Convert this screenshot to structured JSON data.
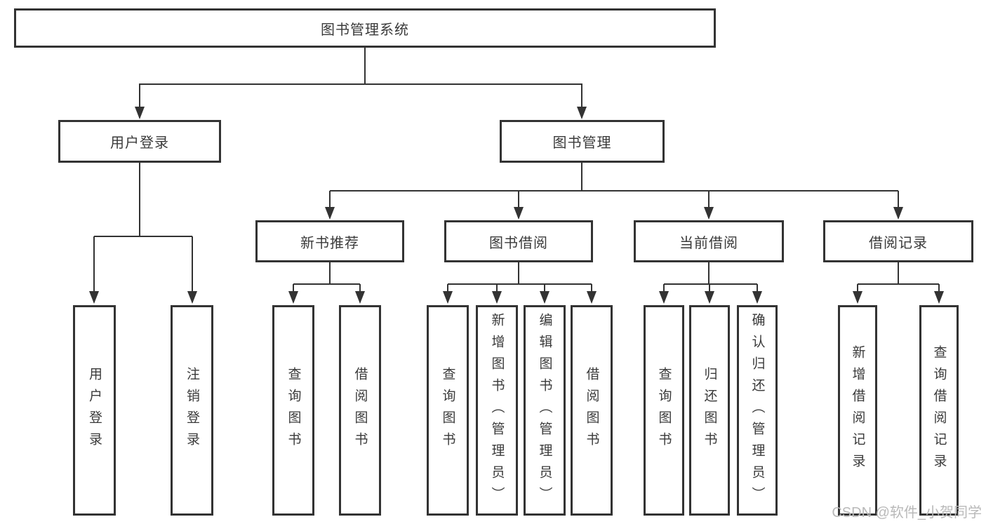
{
  "diagram": {
    "type": "tree",
    "colors": {
      "line": "#333333",
      "box_border": "#333333",
      "box_fill": "#ffffff",
      "text": "#3a3a3a",
      "background": "#ffffff",
      "watermark": "#b9b9b9"
    },
    "tree": {
      "root": {
        "label": "图书管理系统",
        "children": [
          {
            "label": "用户登录",
            "children": [
              {
                "label": "用户登录"
              },
              {
                "label": "注销登录"
              }
            ]
          },
          {
            "label": "图书管理",
            "children": [
              {
                "label": "新书推荐",
                "children": [
                  {
                    "label": "查询图书"
                  },
                  {
                    "label": "借阅图书"
                  }
                ]
              },
              {
                "label": "图书借阅",
                "children": [
                  {
                    "label": "查询图书"
                  },
                  {
                    "label": "新增图书（管理员）"
                  },
                  {
                    "label": "编辑图书（管理员）"
                  },
                  {
                    "label": "借阅图书"
                  }
                ]
              },
              {
                "label": "当前借阅",
                "children": [
                  {
                    "label": "查询图书"
                  },
                  {
                    "label": "归还图书"
                  },
                  {
                    "label": "确认归还（管理员）"
                  }
                ]
              },
              {
                "label": "借阅记录",
                "children": [
                  {
                    "label": "新增借阅记录"
                  },
                  {
                    "label": "查询借阅记录"
                  }
                ]
              }
            ]
          }
        ]
      }
    }
  },
  "watermark": {
    "text": "CSDN @软件_小贺同学"
  }
}
